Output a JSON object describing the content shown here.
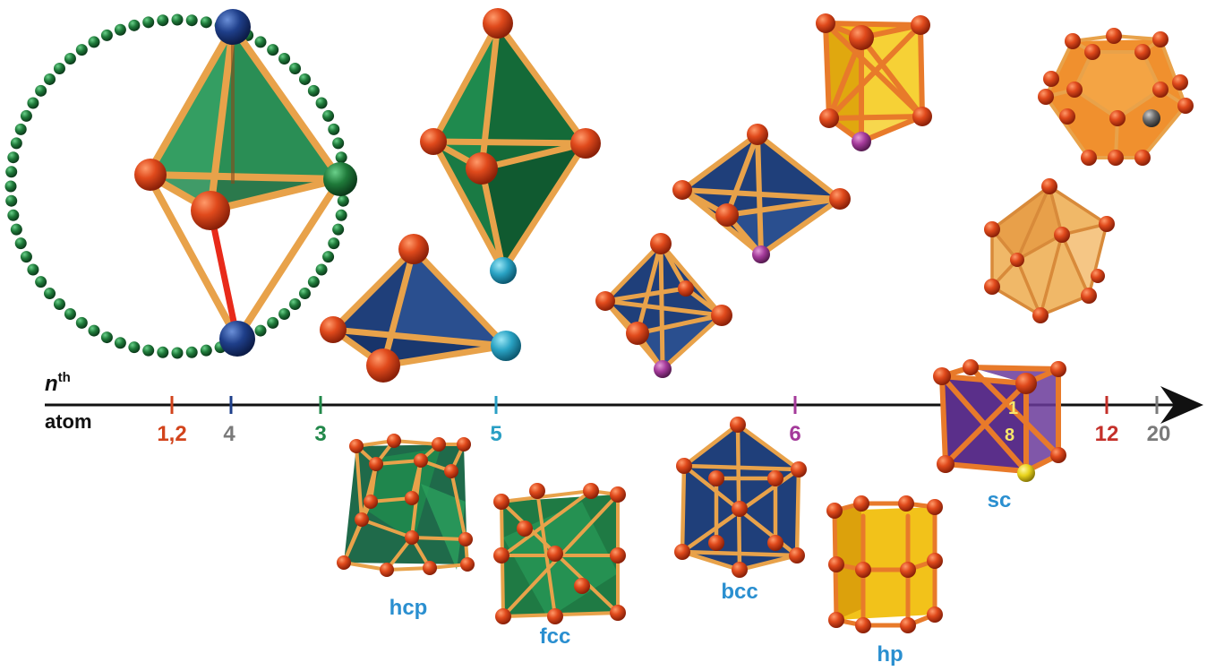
{
  "axis": {
    "title_top": "n",
    "title_sup": "th",
    "title_bottom": "atom",
    "ticks": [
      {
        "label": "1,2",
        "color": "#d2441c"
      },
      {
        "label": "4",
        "color": "#7a7a7a"
      },
      {
        "label": "3",
        "color": "#22884a"
      },
      {
        "label": "5",
        "color": "#2a9fc4"
      },
      {
        "label": "6",
        "color": "#a43a9a"
      },
      {
        "label": "12",
        "color": "#c4302a"
      },
      {
        "label": "20",
        "color": "#7a7a7a"
      }
    ],
    "tick_marks": [
      "#d2441c",
      "#1e3f8a",
      "#22884a",
      "#2a9fc4",
      "#a43a9a",
      "#c4302a",
      "#7a7a7a"
    ]
  },
  "lattice_labels": [
    "hcp",
    "fcc",
    "bcc",
    "hp",
    "sc"
  ],
  "sc_inset": {
    "top": "1",
    "bottom": "8"
  },
  "colors": {
    "axis": "#111111",
    "label_blue": "#2a8fd0",
    "atom_red": "#d8431b",
    "rod": "#e8a24a",
    "green_face": "#1f8a4e",
    "blue_face": "#1f3f7a",
    "yellow_face": "#f2c21a",
    "orange_face": "#f0902e",
    "purple_face": "#5a2f8a",
    "ring": "#1d6a32"
  }
}
